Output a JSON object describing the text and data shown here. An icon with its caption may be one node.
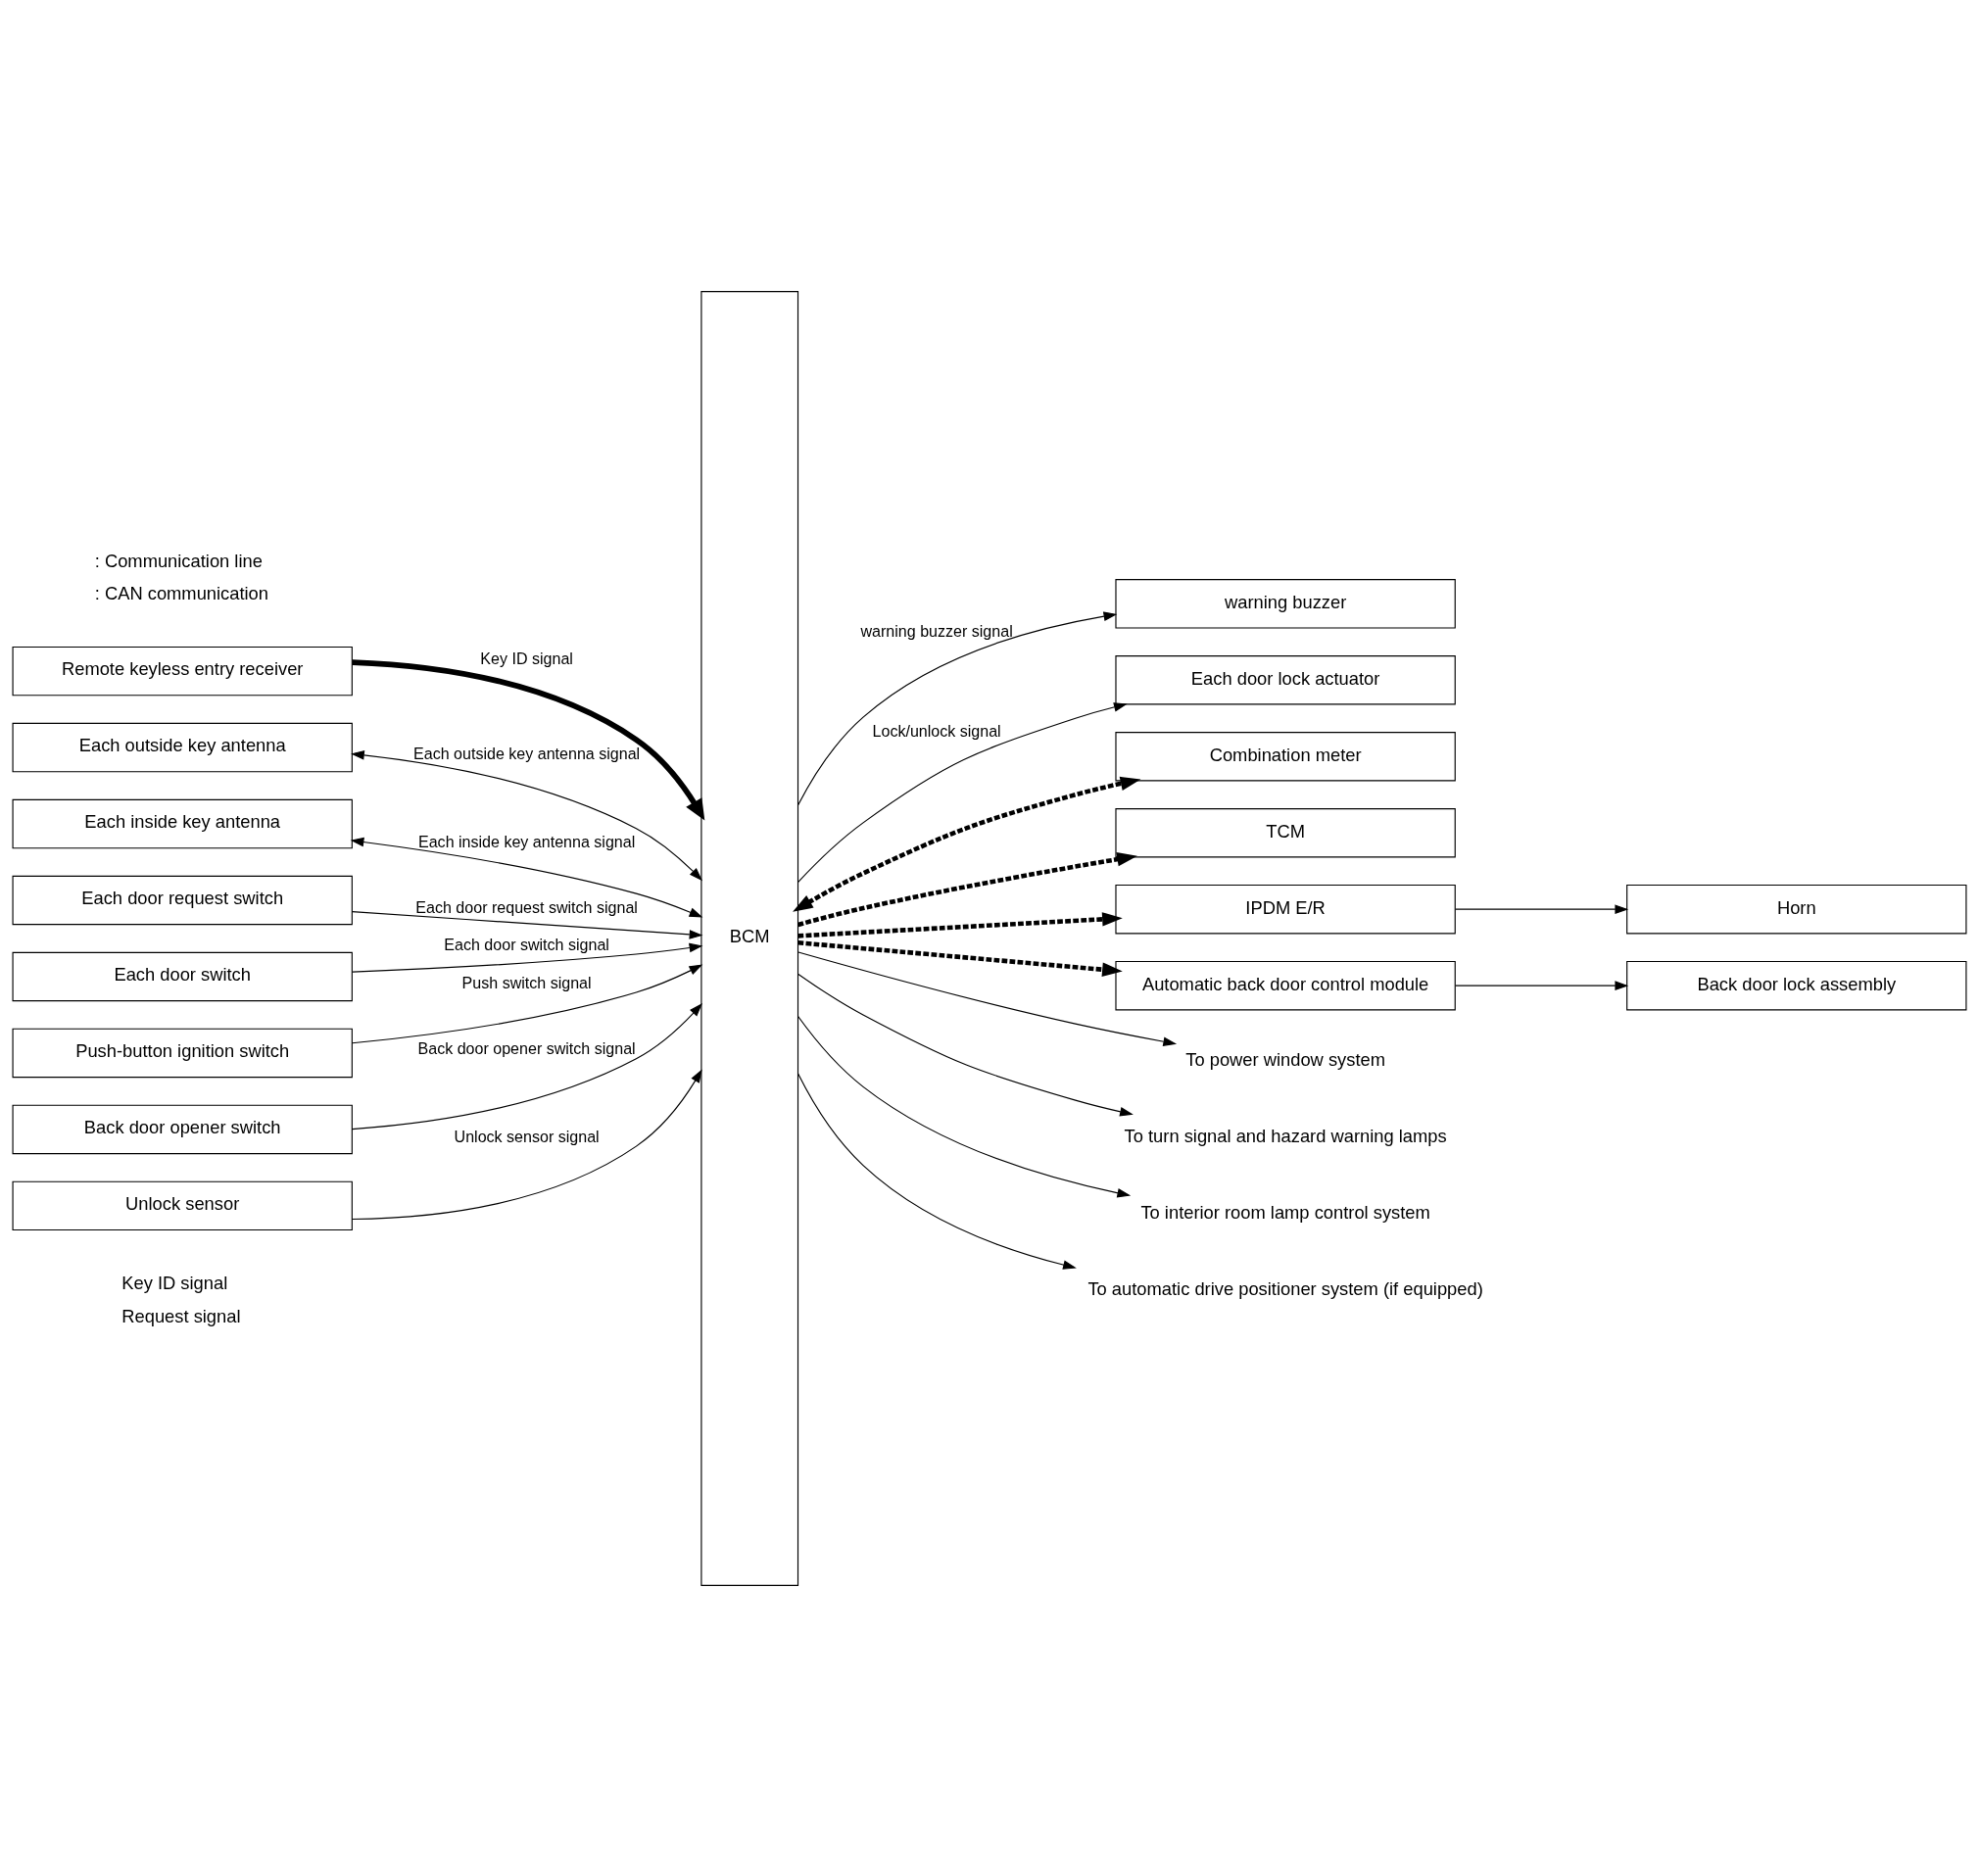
{
  "diagram": {
    "nodes": [
      {
        "text": [
          "Remote keyless entry receiver"
        ]
      },
      {
        "text": [
          "BCM"
        ]
      },
      {
        "text": [
          "warning buzzer"
        ]
      },
      {
        "text": [
          "Each door lock actuator"
        ]
      },
      {
        "text": [
          "Each outside key antenna"
        ]
      },
      {
        "text": [
          "Combination meter"
        ]
      },
      {
        "text": [
          "Each inside key antenna"
        ]
      },
      {
        "text": [
          "TCM"
        ]
      },
      {
        "text": [
          "IPDM E/R"
        ]
      },
      {
        "text": [
          "Each door request switch"
        ]
      },
      {
        "text": [
          "Horn"
        ]
      },
      {
        "text": [
          "Each door switch"
        ]
      },
      {
        "text": [
          "Automatic back door control module"
        ]
      },
      {
        "text": [
          "Back door lock assembly"
        ]
      },
      {
        "text": [
          "Push-button ignition switch"
        ]
      },
      {
        "text": [
          "Back door opener switch"
        ]
      },
      {
        "text": [
          "Unlock sensor"
        ]
      },
      {
        "text": [
          "To power window system"
        ]
      },
      {
        "text": [
          "To turn signal and hazard warning lamps"
        ]
      },
      {
        "text": [
          "To interior room lamp control system"
        ]
      },
      {
        "text": [
          "To automatic drive positioner system (if equipped)"
        ]
      }
    ],
    "edges": [
      {
        "from": 0,
        "to": 1,
        "arrow": "to",
        "label": "Key ID signal",
        "style": "thick"
      },
      {
        "from": 1,
        "to": 2,
        "arrow": "to",
        "label": "warning buzzer signal"
      },
      {
        "from": 1,
        "to": 3,
        "arrow": "to",
        "label": "Lock/unlock signal"
      },
      {
        "from": 4,
        "to": 1,
        "arrow": "both",
        "label": "Each outside key antenna signal"
      },
      {
        "from": 1,
        "to": 5,
        "arrow": "both",
        "style": "dashed"
      },
      {
        "from": 6,
        "to": 1,
        "arrow": "both",
        "label": "Each inside key antenna signal"
      },
      {
        "from": 1,
        "to": 7,
        "arrow": "to",
        "style": "dashed"
      },
      {
        "from": 1,
        "to": 8,
        "arrow": "to",
        "style": "dashed"
      },
      {
        "from": 8,
        "to": 10,
        "arrow": "to"
      },
      {
        "from": 9,
        "to": 1,
        "arrow": "to",
        "label": "Each door request switch signal"
      },
      {
        "from": 11,
        "to": 1,
        "arrow": "to",
        "label": "Each door switch signal"
      },
      {
        "from": 1,
        "to": 12,
        "arrow": "to",
        "style": "dashed"
      },
      {
        "from": 12,
        "to": 13,
        "arrow": "to"
      },
      {
        "from": 14,
        "to": 1,
        "arrow": "to",
        "label": "Push switch signal"
      },
      {
        "from": 15,
        "to": 1,
        "arrow": "to",
        "label": "Back door opener switch signal"
      },
      {
        "from": 16,
        "to": 1,
        "arrow": "to",
        "label": "Unlock sensor signal"
      },
      {
        "from": 1,
        "to": 17,
        "arrow": "to"
      },
      {
        "from": 1,
        "to": 18,
        "arrow": "to"
      },
      {
        "from": 1,
        "to": 19,
        "arrow": "to"
      },
      {
        "from": 1,
        "to": 20,
        "arrow": "to"
      }
    ],
    "labels": [
      "Key ID signal",
      "Request signal"
    ],
    "legend": [
      {
        "text": ": Communication line"
      },
      {
        "text": ": CAN communication"
      }
    ]
  }
}
